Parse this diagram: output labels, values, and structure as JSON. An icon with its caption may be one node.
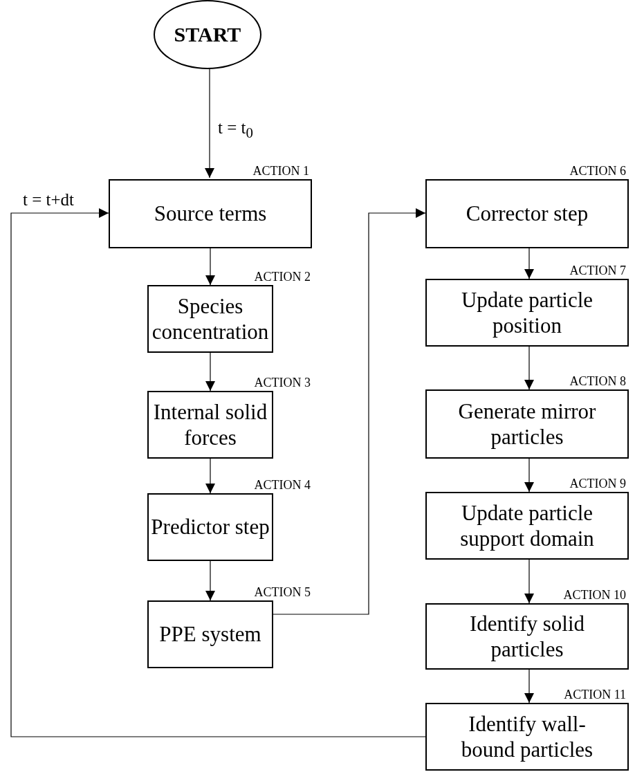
{
  "diagram": {
    "nodes": [
      {
        "text": [
          "START"
        ]
      },
      {
        "text": [
          "Source terms"
        ],
        "beside": [
          "ACTION 1"
        ]
      },
      {
        "text": [
          "Species concentration"
        ],
        "beside": [
          "ACTION 2"
        ]
      },
      {
        "text": [
          "Internal solid forces"
        ],
        "beside": [
          "ACTION 3"
        ]
      },
      {
        "text": [
          "Predictor step"
        ],
        "beside": [
          "ACTION 4"
        ]
      },
      {
        "text": [
          "PPE system"
        ],
        "beside": [
          "ACTION 5"
        ]
      },
      {
        "text": [
          "Corrector step"
        ],
        "beside": [
          "ACTION 6"
        ]
      },
      {
        "text": [
          "Update particle position"
        ],
        "beside": [
          "ACTION 7"
        ]
      },
      {
        "text": [
          "Generate mirror particles"
        ],
        "beside": [
          "ACTION 8"
        ]
      },
      {
        "text": [
          "Update particle support domain"
        ],
        "beside": [
          "ACTION 9"
        ]
      },
      {
        "text": [
          "Identify solid particles"
        ],
        "beside": [
          "ACTION 10"
        ]
      },
      {
        "text": [
          "Identify wall-bound particles"
        ],
        "beside": [
          "ACTION 11"
        ]
      }
    ],
    "edges": [
      {
        "from": 0,
        "to": 1,
        "arrow": "to",
        "label": "t = t$_{0}$"
      },
      {
        "from": 1,
        "to": 2,
        "arrow": "to"
      },
      {
        "from": 2,
        "to": 3,
        "arrow": "to"
      },
      {
        "from": 3,
        "to": 4,
        "arrow": "to"
      },
      {
        "from": 4,
        "to": 5,
        "arrow": "to"
      },
      {
        "from": 5,
        "to": 6,
        "arrow": "to"
      },
      {
        "from": 6,
        "to": 7,
        "arrow": "to"
      },
      {
        "from": 7,
        "to": 8,
        "arrow": "to"
      },
      {
        "from": 8,
        "to": 9,
        "arrow": "to"
      },
      {
        "from": 9,
        "to": 10,
        "arrow": "to"
      },
      {
        "from": 10,
        "to": 11,
        "arrow": "to"
      },
      {
        "from": 11,
        "to": 1,
        "arrow": "to",
        "label": "t = t+dt"
      }
    ]
  }
}
